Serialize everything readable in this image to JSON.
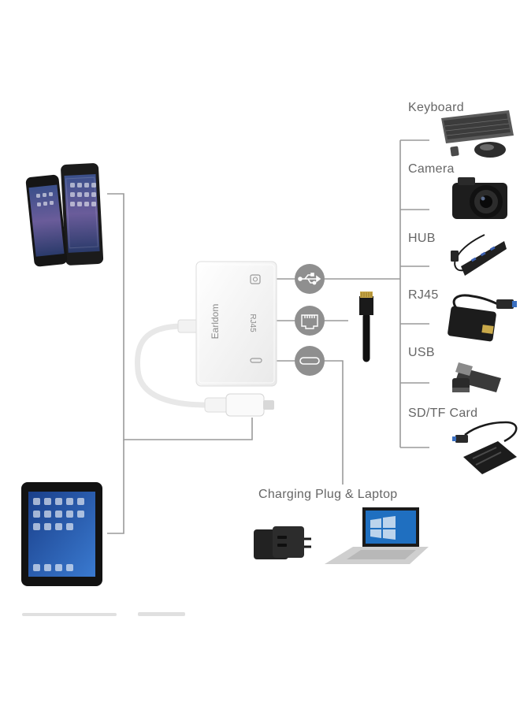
{
  "adapter": {
    "brand": "Earldom",
    "port_label": "RJ45"
  },
  "devices_left": [
    {
      "name": "iphone-pair"
    },
    {
      "name": "ipad"
    }
  ],
  "devices_right": [
    {
      "label": "Keyboard"
    },
    {
      "label": "Camera"
    },
    {
      "label": "HUB"
    },
    {
      "label": "RJ45"
    },
    {
      "label": "USB"
    },
    {
      "label": "SD/TF Card"
    }
  ],
  "bottom": {
    "label": "Charging Plug & Laptop"
  },
  "ports": [
    {
      "icon": "usb-icon"
    },
    {
      "icon": "ethernet-icon"
    },
    {
      "icon": "usb-c-icon"
    }
  ],
  "colors": {
    "line": "#9a9a9a",
    "port_circle": "#8f8f8f",
    "adapter_body": "#f7f7f7",
    "label": "#666666"
  }
}
